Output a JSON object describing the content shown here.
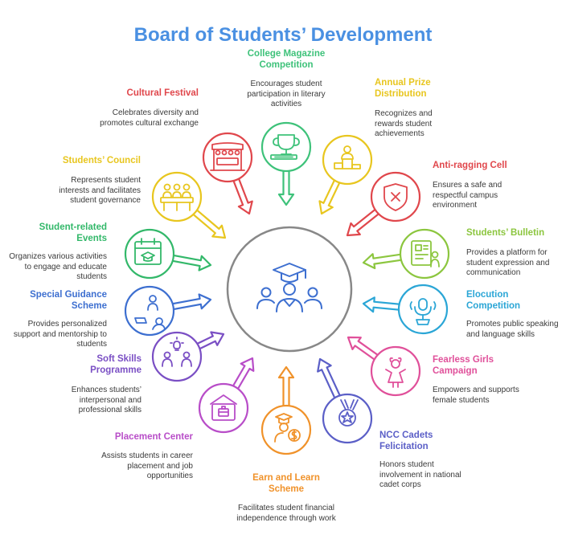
{
  "title": "Board of Students’ Development",
  "hub": {
    "icon": "graduates-icon",
    "color": "#888888"
  },
  "items": [
    {
      "id": "college-magazine",
      "title": "College Magazine Competition",
      "desc": "Encourages student participation in literary activities",
      "color": "#3ec27a",
      "icon": "trophy-icon"
    },
    {
      "id": "annual-prize",
      "title": "Annual Prize Distribution",
      "desc": "Recognizes and rewards student achievements",
      "color": "#e8c61f",
      "icon": "podium-icon"
    },
    {
      "id": "anti-ragging",
      "title": "Anti-ragging Cell",
      "desc": "Ensures a safe and respectful campus environment",
      "color": "#e0474c",
      "icon": "shield-icon"
    },
    {
      "id": "students-bulletin",
      "title": "Students’ Bulletin",
      "desc": "Provides a platform for student expression and communication",
      "color": "#8cc63f",
      "icon": "bulletin-icon"
    },
    {
      "id": "elocution",
      "title": "Elocution Competition",
      "desc": "Promotes public speaking and language skills",
      "color": "#2ba6d6",
      "icon": "microphone-icon"
    },
    {
      "id": "fearless-girls",
      "title": "Fearless Girls Campaign",
      "desc": "Empowers and supports female students",
      "color": "#e0509a",
      "icon": "girl-icon"
    },
    {
      "id": "ncc-cadets",
      "title": "NCC Cadets Felicitation",
      "desc": "Honors student involvement in national cadet corps",
      "color": "#5b5fc7",
      "icon": "medal-icon"
    },
    {
      "id": "earn-learn",
      "title": "Earn and Learn Scheme",
      "desc": "Facilitates student financial independence through work",
      "color": "#f0922a",
      "icon": "graduate-dollar-icon"
    },
    {
      "id": "placement",
      "title": "Placement Center",
      "desc": "Assists students in career placement and job opportunities",
      "color": "#b84dc8",
      "icon": "briefcase-icon"
    },
    {
      "id": "soft-skills",
      "title": "Soft Skills Programme",
      "desc": "Enhances students’ interpersonal and professional skills",
      "color": "#7a4fc4",
      "icon": "people-idea-icon"
    },
    {
      "id": "special-guidance",
      "title": "Special Guidance Scheme",
      "desc": "Provides personalized support and mentorship to students",
      "color": "#3d6fd0",
      "icon": "mentor-icon"
    },
    {
      "id": "student-events",
      "title": "Student-related Events",
      "desc": "Organizes various activities to engage and educate students",
      "color": "#33b86a",
      "icon": "calendar-icon"
    },
    {
      "id": "students-council",
      "title": "Students’ Council",
      "desc": "Represents student interests and facilitates student governance",
      "color": "#e8c61f",
      "icon": "council-icon"
    },
    {
      "id": "cultural-festival",
      "title": "Cultural Festival",
      "desc": "Celebrates diversity and promotes cultural exchange",
      "color": "#e0474c",
      "icon": "stage-icon"
    }
  ]
}
